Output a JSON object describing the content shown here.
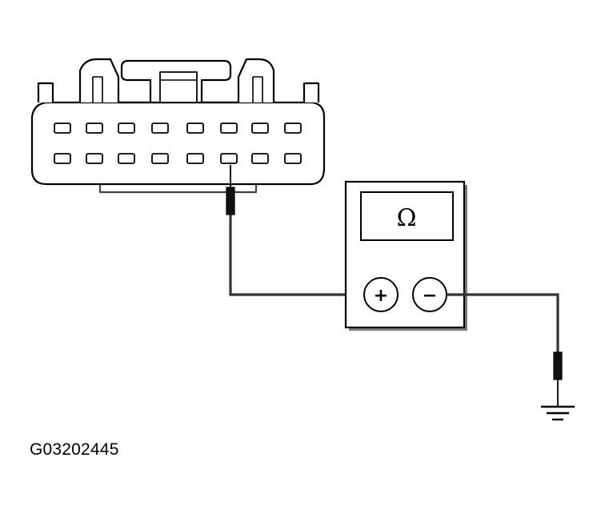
{
  "figure": {
    "id_label": "G03202445"
  },
  "meter": {
    "display_symbol": "Ω",
    "positive_label": "+",
    "negative_label": "−"
  },
  "connector": {
    "pin_rows": 2,
    "pins_per_row": 8,
    "probed_pin": {
      "row": 2,
      "index": 6
    }
  },
  "colors": {
    "line": "#000000",
    "fill": "#ffffff",
    "shadow": "#7a7a7a"
  }
}
